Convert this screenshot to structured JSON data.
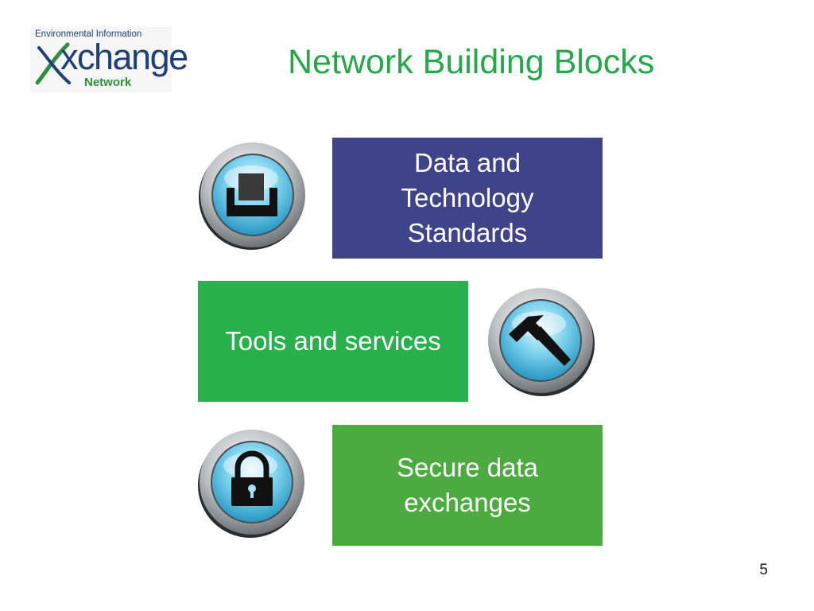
{
  "logo": {
    "top_text": "Environmental Information",
    "main_text": "xchange",
    "sub_text": "Network"
  },
  "title": "Network Building Blocks",
  "blocks": [
    {
      "label": "Data and Technology Standards",
      "icon": "tray-icon",
      "color": "#3f4488"
    },
    {
      "label": "Tools and services",
      "icon": "hammer-icon",
      "color": "#27b04c"
    },
    {
      "label": "Secure data exchanges",
      "icon": "lock-icon",
      "color": "#4cab3e"
    }
  ],
  "page_number": "5",
  "colors": {
    "title": "#24a84a",
    "logo_blue": "#1d3f7a",
    "logo_green": "#2e8f3f"
  }
}
